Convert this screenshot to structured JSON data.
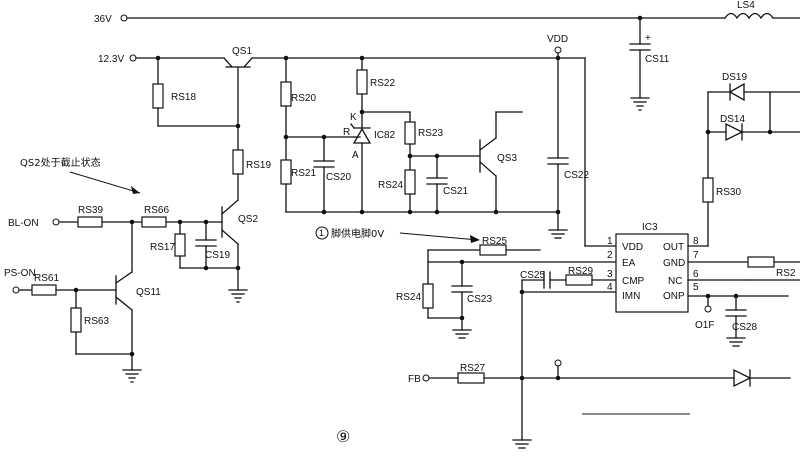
{
  "rails": {
    "v36": "36V",
    "v12": "12.3V",
    "vdd": "VDD"
  },
  "inputs": {
    "bl_on": "BL-ON",
    "ps_on": "PS-ON",
    "fb": "FB"
  },
  "components": {
    "qs1": "QS1",
    "qs2": "QS2",
    "qs3": "QS3",
    "qs11": "QS11",
    "ic82": "IC82",
    "ic3": "IC3",
    "rs18": "RS18",
    "rs19": "RS19",
    "rs20": "RS20",
    "rs21": "RS21",
    "rs22": "RS22",
    "rs23": "RS23",
    "rs24a": "RS24",
    "rs24b": "RS24",
    "rs25": "RS25",
    "rs27": "RS27",
    "rs29": "RS29",
    "rs30": "RS30",
    "rs39": "RS39",
    "rs66": "RS66",
    "rs17": "RS17",
    "rs61": "RS61",
    "rs63": "RS63",
    "rs2": "RS2",
    "cs11": "CS11",
    "cs19": "CS19",
    "cs20": "CS20",
    "cs21": "CS21",
    "cs22": "CS22",
    "cs23": "CS23",
    "cs25": "CS25",
    "cs28": "CS28",
    "ls4": "LS4",
    "ds19": "DS19",
    "ds14": "DS14",
    "o1f": "O1F"
  },
  "ic3_pins": {
    "left": [
      {
        "num": "1",
        "name": "VDD"
      },
      {
        "num": "2",
        "name": "EA"
      },
      {
        "num": "3",
        "name": "CMP"
      },
      {
        "num": "4",
        "name": "IMN"
      }
    ],
    "right": [
      {
        "num": "8",
        "name": "OUT"
      },
      {
        "num": "7",
        "name": "GND"
      },
      {
        "num": "6",
        "name": "NC"
      },
      {
        "num": "5",
        "name": "ONP"
      }
    ]
  },
  "ic82_pins": {
    "k": "K",
    "r": "R",
    "a": "A"
  },
  "cap_polarity": "+",
  "annotations": {
    "qs2_note": "QS2处于截止状态",
    "pin1_mark": "1",
    "pin1_note": "脚供电脚0V"
  },
  "figure_number": "⑨"
}
